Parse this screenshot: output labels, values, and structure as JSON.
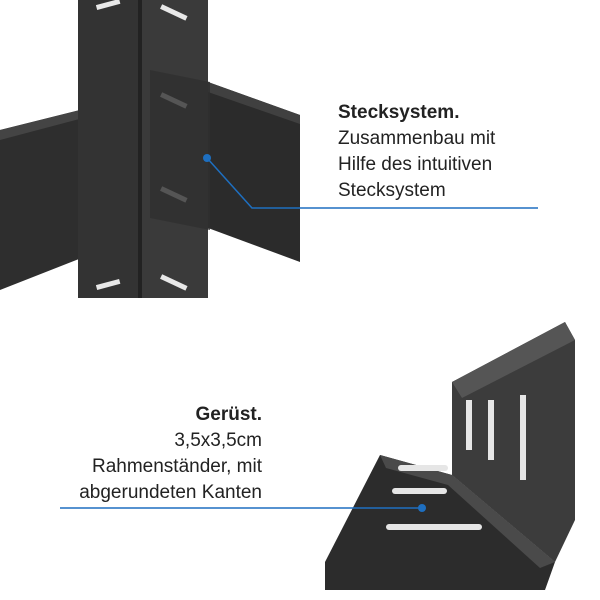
{
  "accent_color": "#1e6fc0",
  "top_feature": {
    "title": "Stecksystem.",
    "lines": [
      "Zusammenbau mit",
      "Hilfe des intuitiven",
      "Stecksystem"
    ]
  },
  "bottom_feature": {
    "title": "Gerüst.",
    "lines": [
      "3,5x3,5cm",
      "Rahmenständer, mit",
      "abgerundeten Kanten"
    ]
  }
}
